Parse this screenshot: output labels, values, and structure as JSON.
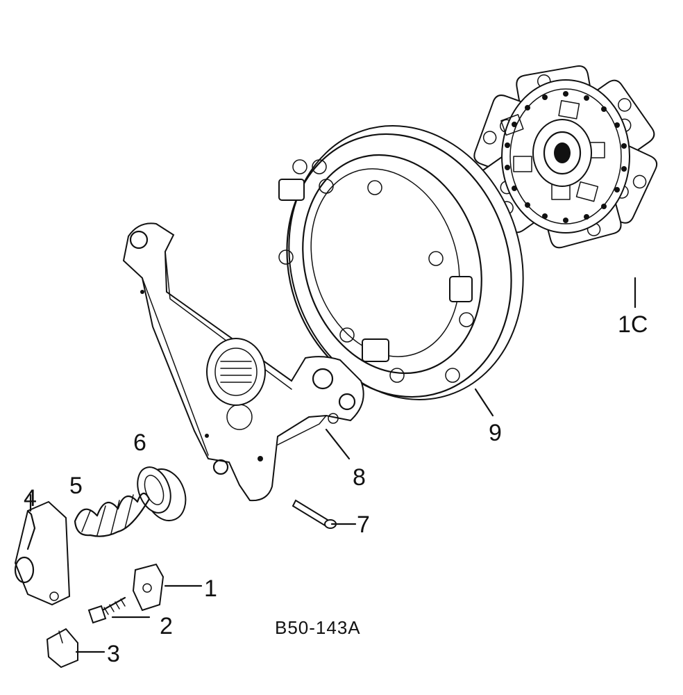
{
  "diagram_code": "B50-143A",
  "callouts": [
    {
      "id": "1",
      "text": "1"
    },
    {
      "id": "2",
      "text": "2"
    },
    {
      "id": "3",
      "text": "3"
    },
    {
      "id": "4",
      "text": "4"
    },
    {
      "id": "5",
      "text": "5"
    },
    {
      "id": "6",
      "text": "6"
    },
    {
      "id": "7",
      "text": "7"
    },
    {
      "id": "8",
      "text": "8"
    },
    {
      "id": "9",
      "text": "9"
    },
    {
      "id": "10",
      "text": "1C"
    }
  ],
  "colors": {
    "ink": "#111111",
    "paper": "#ffffff"
  }
}
